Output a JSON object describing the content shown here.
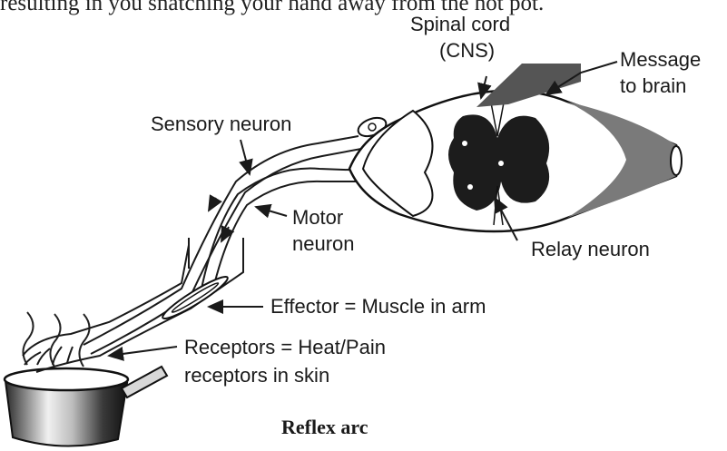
{
  "top_text": "resulting in you snatching your hand away from the hot pot.",
  "labels": {
    "spinal_cord": "Spinal cord",
    "cns": "(CNS)",
    "message_line1": "Message",
    "message_line2": "to brain",
    "sensory_neuron": "Sensory neuron",
    "motor_line1": "Motor",
    "motor_line2": "neuron",
    "relay_neuron": "Relay neuron",
    "effector": "Effector = Muscle in arm",
    "receptors_line1": "Receptors = Heat/Pain",
    "receptors_line2": "receptors in skin"
  },
  "title": "Reflex arc",
  "colors": {
    "ink": "#1a1a1a",
    "grey_matter": "#1c1c1c",
    "shade": "#7a7a7a",
    "background": "#ffffff"
  }
}
